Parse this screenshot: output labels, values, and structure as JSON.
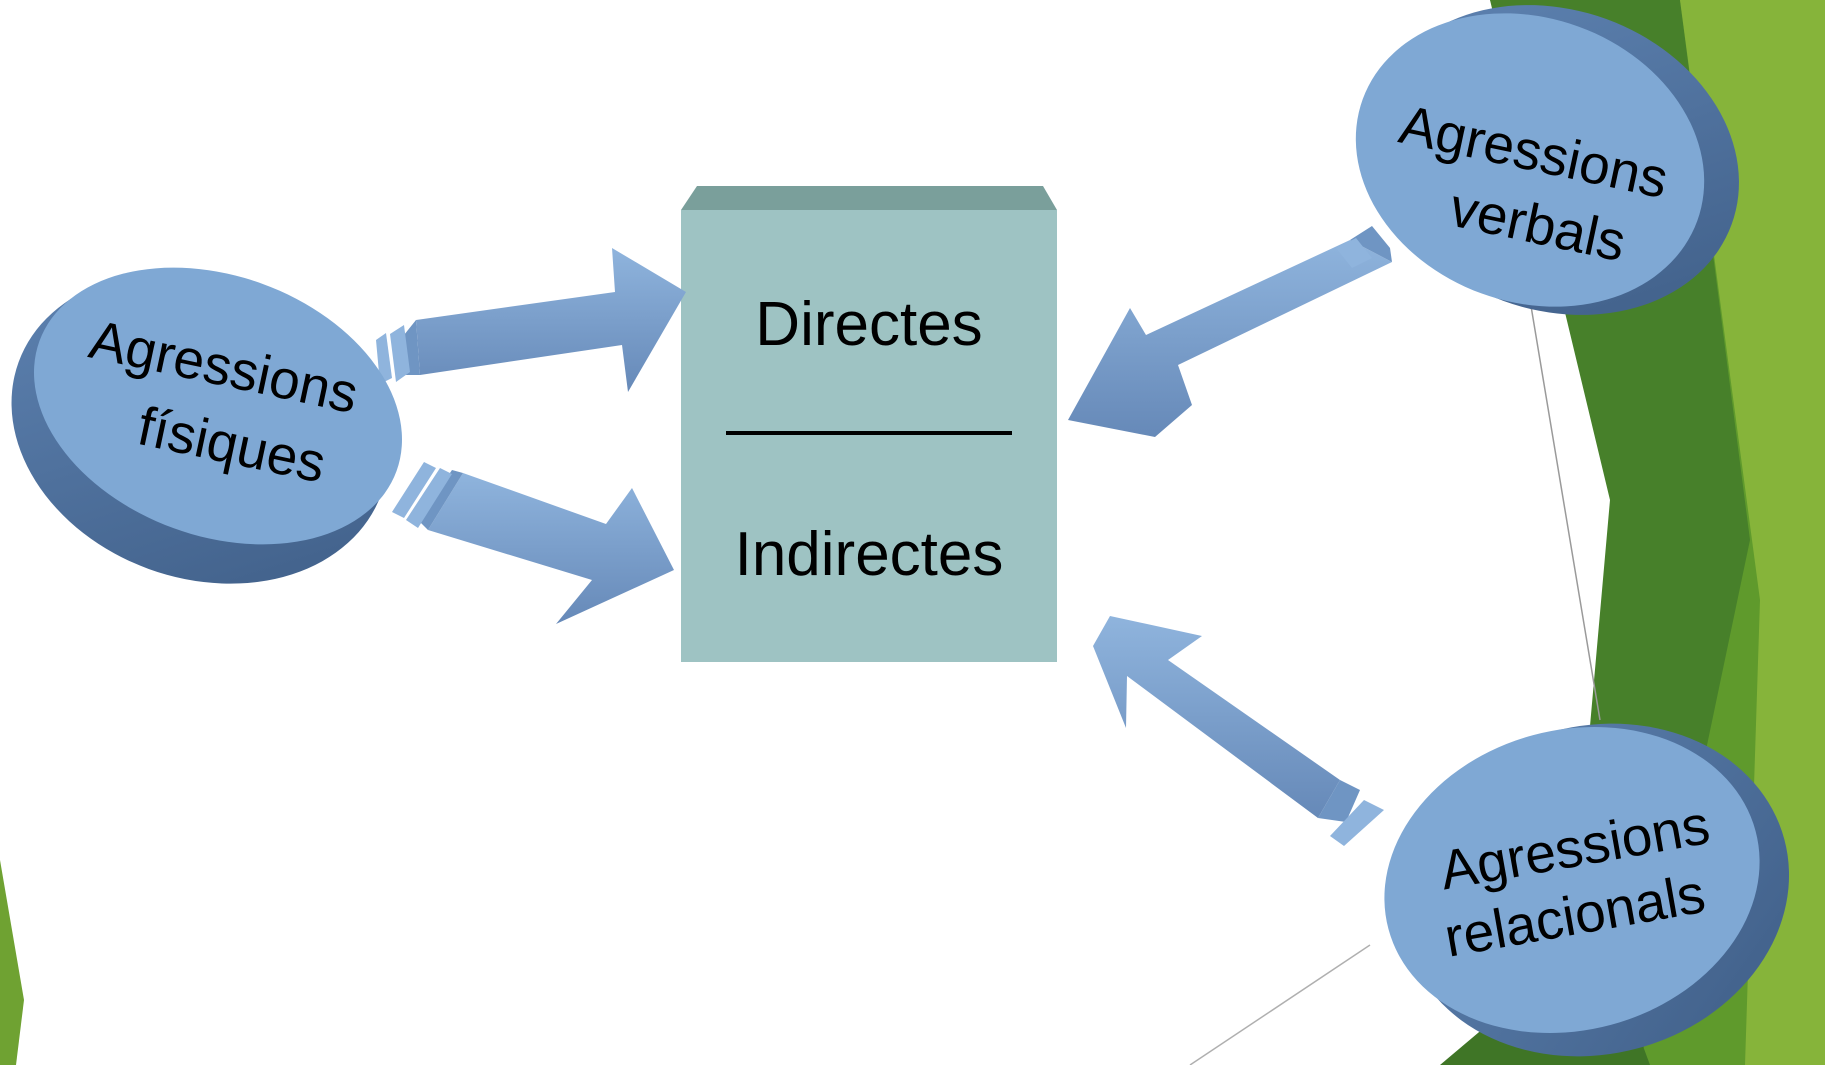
{
  "diagram": {
    "center_box": {
      "top_label": "Directes",
      "bottom_label": "Indirectes"
    },
    "nodes": [
      {
        "id": "fisiques",
        "line1": "Agressions",
        "line2": "físiques"
      },
      {
        "id": "verbals",
        "line1": "Agressions",
        "line2": "verbals"
      },
      {
        "id": "relacionals",
        "line1": "Agressions",
        "line2": "relacionals"
      }
    ]
  },
  "colors": {
    "disc_face": "#7fa8d4",
    "disc_side": "#4e6f98",
    "arrow": "#7aa2cf",
    "box_face": "#9ec3c3",
    "box_top": "#7a9f9b",
    "green_dark": "#4f8a2e",
    "green_mid": "#6fa232",
    "green_light": "#a3c46a"
  }
}
